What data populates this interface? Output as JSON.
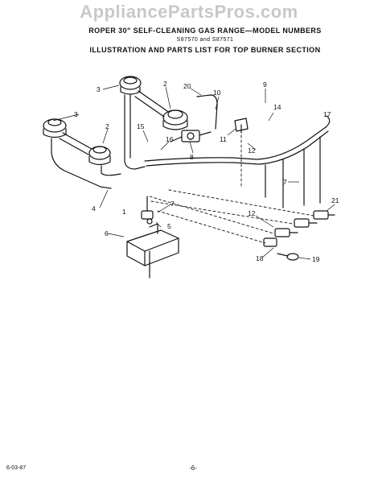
{
  "watermark": "AppliancePartsPros.com",
  "title": {
    "line1": "ROPER 30\" SELF-CLEANING GAS RANGE—MODEL NUMBERS",
    "line2": "S87570 and S87571",
    "line3": "ILLUSTRATION AND PARTS LIST FOR TOP BURNER SECTION"
  },
  "callouts": {
    "c1": "1",
    "c2a": "2",
    "c2b": "2",
    "c3a": "3",
    "c3b": "3",
    "c4": "4",
    "c5": "5",
    "c6": "6",
    "c7a": "7",
    "c7b": "7",
    "c8": "8",
    "c9": "9",
    "c10": "10",
    "c11": "11",
    "c12a": "12",
    "c12b": "12",
    "c14": "14",
    "c15": "15",
    "c16": "16",
    "c17": "17",
    "c18": "18",
    "c19": "19",
    "c20": "20",
    "c21": "21"
  },
  "footer": {
    "code": "6-03-87",
    "page": "-6-"
  }
}
